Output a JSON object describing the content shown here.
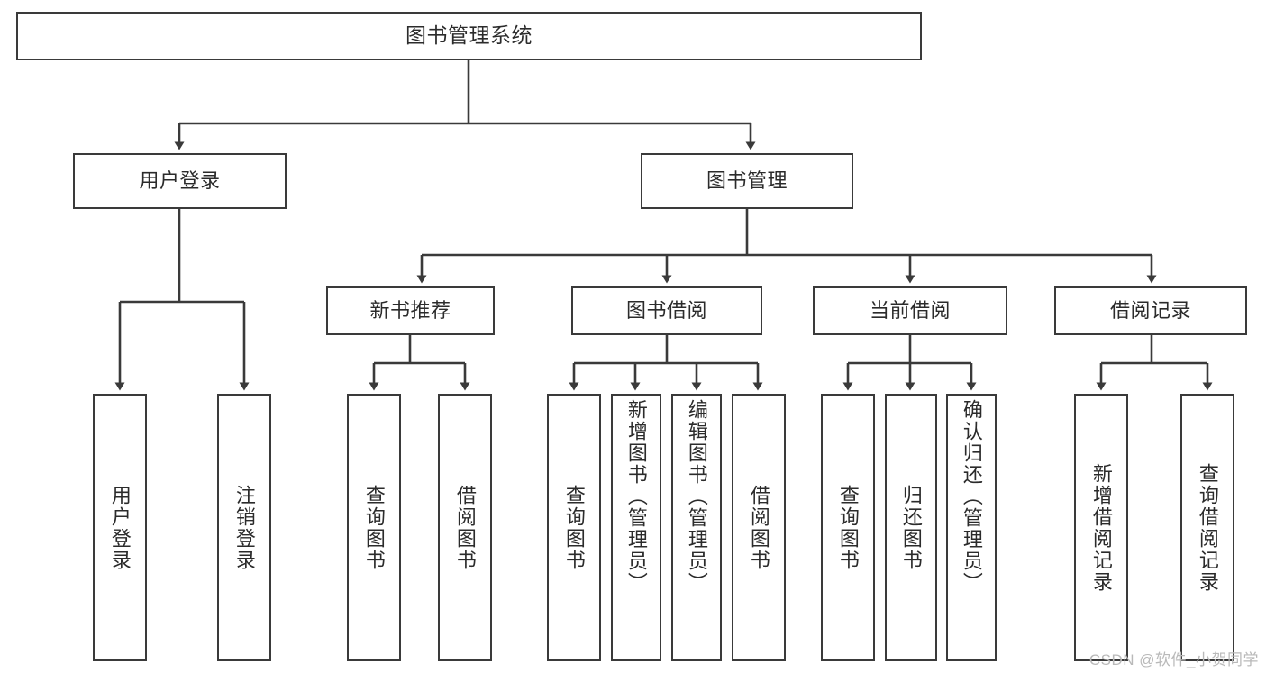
{
  "diagram": {
    "title": "图书管理系统",
    "type": "功能结构图",
    "line_color": "#3a3a3a",
    "text_color": "#2b2b2b",
    "background": "#ffffff"
  },
  "nodes": {
    "root": {
      "label": "图书管理系统"
    },
    "level2": [
      {
        "id": "user-login",
        "label": "用户登录"
      },
      {
        "id": "book-manage",
        "label": "图书管理"
      }
    ],
    "level3": [
      {
        "id": "new-book-recommend",
        "label": "新书推荐"
      },
      {
        "id": "book-borrow",
        "label": "图书借阅"
      },
      {
        "id": "current-borrow",
        "label": "当前借阅"
      },
      {
        "id": "borrow-record",
        "label": "借阅记录"
      }
    ],
    "leaves": [
      {
        "id": "leaf-user-login",
        "label": "用户登录",
        "parent": "user-login"
      },
      {
        "id": "leaf-user-logout",
        "label": "注销登录",
        "parent": "user-login"
      },
      {
        "id": "leaf-query-book-1",
        "label": "查询图书",
        "parent": "new-book-recommend"
      },
      {
        "id": "leaf-borrow-book-1",
        "label": "借阅图书",
        "parent": "new-book-recommend"
      },
      {
        "id": "leaf-query-book-2",
        "label": "查询图书",
        "parent": "book-borrow"
      },
      {
        "id": "leaf-add-book",
        "label": "新增图书（管理员）",
        "parent": "book-borrow"
      },
      {
        "id": "leaf-edit-book",
        "label": "编辑图书（管理员）",
        "parent": "book-borrow"
      },
      {
        "id": "leaf-borrow-book-2",
        "label": "借阅图书",
        "parent": "book-borrow"
      },
      {
        "id": "leaf-query-book-3",
        "label": "查询图书",
        "parent": "current-borrow"
      },
      {
        "id": "leaf-return-book",
        "label": "归还图书",
        "parent": "current-borrow"
      },
      {
        "id": "leaf-confirm-return",
        "label": "确认归还（管理员）",
        "parent": "current-borrow"
      },
      {
        "id": "leaf-add-record",
        "label": "新增借阅记录",
        "parent": "borrow-record"
      },
      {
        "id": "leaf-query-record",
        "label": "查询借阅记录",
        "parent": "borrow-record"
      }
    ]
  },
  "watermark": {
    "text": "CSDN @软件_小贺同学"
  }
}
